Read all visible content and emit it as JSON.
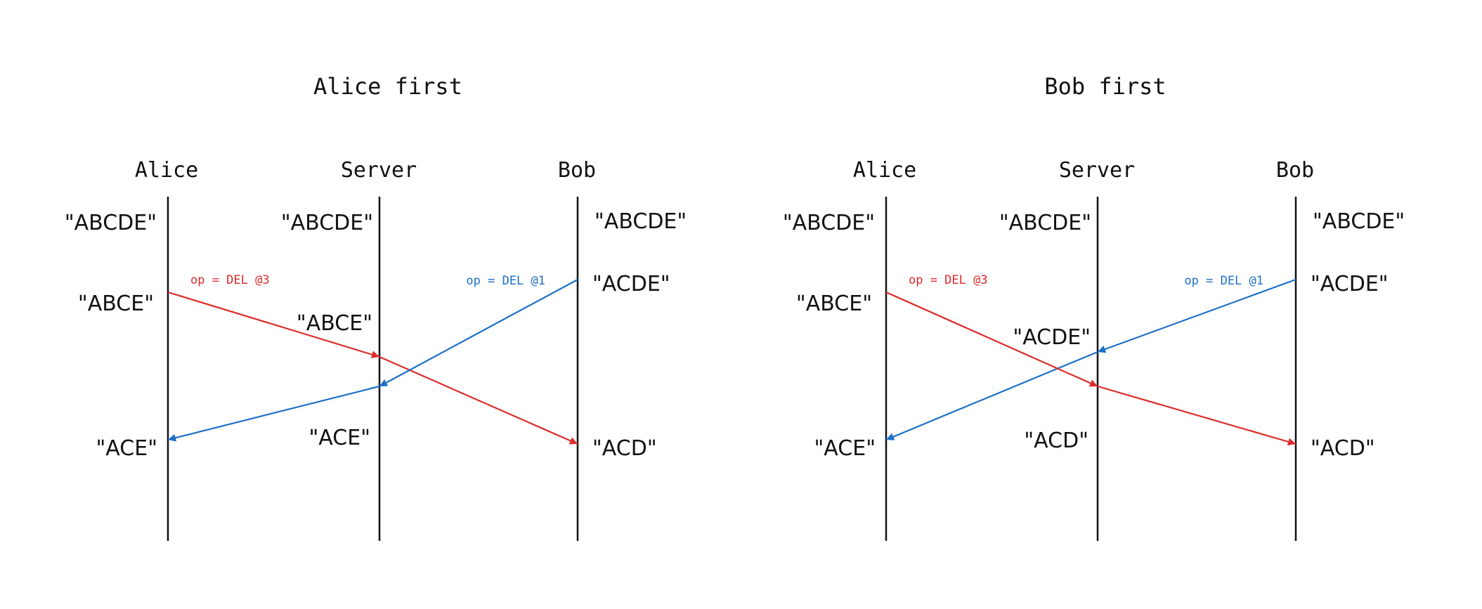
{
  "colors": {
    "alice_op": "#dd2b2b",
    "bob_op": "#1c6fc7",
    "lifeline": "#111111",
    "text": "#111111",
    "background": "#ffffff"
  },
  "panels": [
    {
      "title": "Alice first",
      "actors": [
        "Alice",
        "Server",
        "Bob"
      ],
      "states": {
        "alice_initial": "\"ABCDE\"",
        "server_initial": "\"ABCDE\"",
        "bob_initial": "\"ABCDE\"",
        "alice_after_op": "\"ABCE\"",
        "bob_after_op": "\"ACDE\"",
        "server_first": "\"ABCE\"",
        "server_second": "\"ACE\"",
        "alice_final": "\"ACE\"",
        "bob_final": "\"ACD\""
      },
      "ops": {
        "alice": "op = DEL @3",
        "bob": "op = DEL @1"
      }
    },
    {
      "title": "Bob first",
      "actors": [
        "Alice",
        "Server",
        "Bob"
      ],
      "states": {
        "alice_initial": "\"ABCDE\"",
        "server_initial": "\"ABCDE\"",
        "bob_initial": "\"ABCDE\"",
        "alice_after_op": "\"ABCE\"",
        "bob_after_op": "\"ACDE\"",
        "server_first": "\"ACDE\"",
        "server_second": "\"ACD\"",
        "alice_final": "\"ACE\"",
        "bob_final": "\"ACD\""
      },
      "ops": {
        "alice": "op = DEL @3",
        "bob": "op = DEL @1"
      }
    }
  ]
}
